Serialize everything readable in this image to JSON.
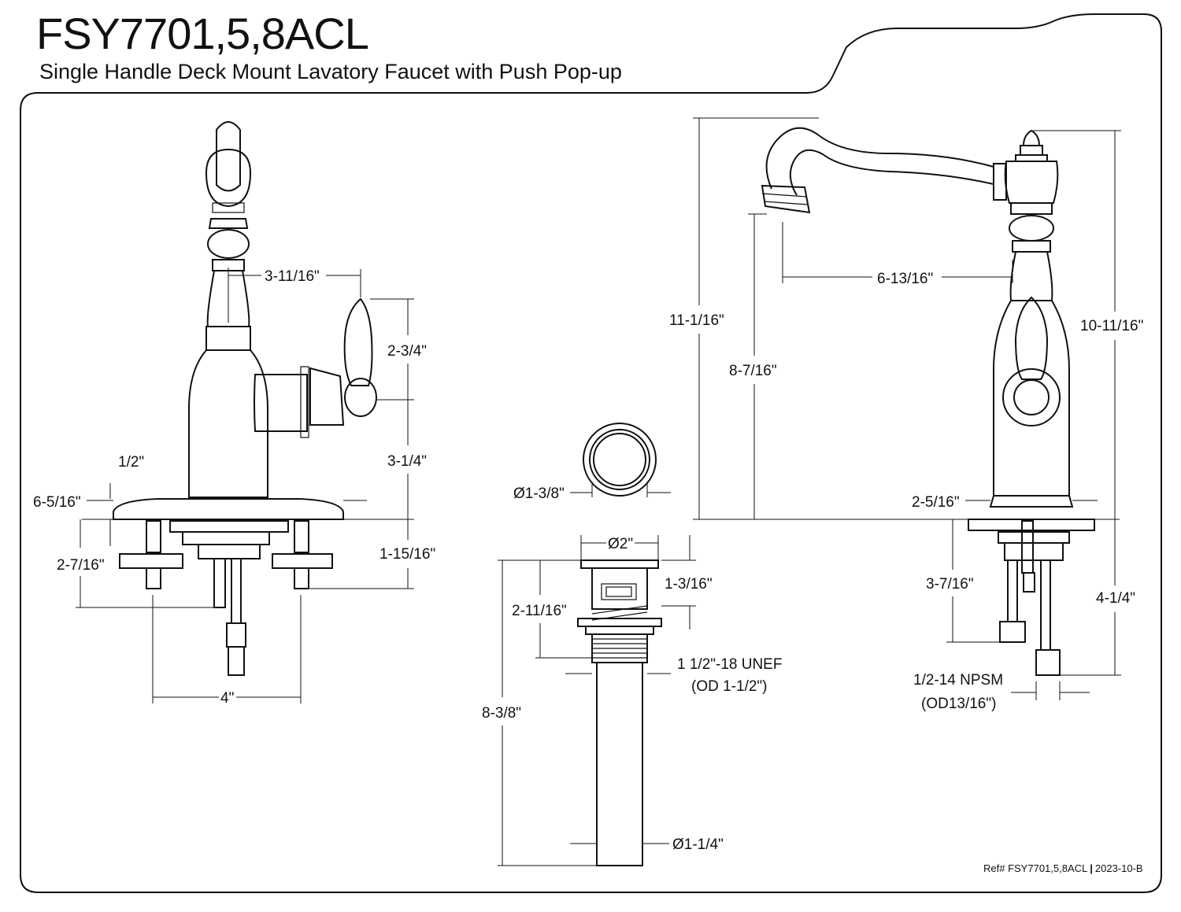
{
  "header": {
    "model": "FSY7701,5,8ACL",
    "description": "Single Handle Deck Mount Lavatory Faucet with Push Pop-up"
  },
  "footer": {
    "ref_label": "Ref# FSY7701,5,8ACL",
    "revision": "2023-10-B"
  },
  "front_view": {
    "handle_offset": "3-11/16\"",
    "handle_height": "2-3/4\"",
    "handle_base_height": "3-1/4\"",
    "base_top": "1/2\"",
    "base_width": "6-5/16\"",
    "below_deck": "1-15/16\"",
    "shank_length": "2-7/16\"",
    "center_spread": "4\""
  },
  "drain_view": {
    "cap_diameter": "Ø1-3/8\"",
    "flange_diameter": "Ø2\"",
    "flange_height": "1-3/16\"",
    "body_height": "2-11/16\"",
    "thread_spec": "1 1/2\"-18 UNEF",
    "thread_od": "(OD 1-1/2\")",
    "total_length": "8-3/8\"",
    "tail_diameter": "Ø1-1/4\""
  },
  "side_view": {
    "spout_reach": "6-13/16\"",
    "overall_height": "11-1/16\"",
    "spout_height": "8-7/16\"",
    "top_height": "10-11/16\"",
    "base_diameter": "2-5/16\"",
    "supply_length": "3-7/16\"",
    "below_deck": "4-1/4\"",
    "connection_spec": "1/2-14 NPSM",
    "connection_od": "(OD13/16\")"
  }
}
